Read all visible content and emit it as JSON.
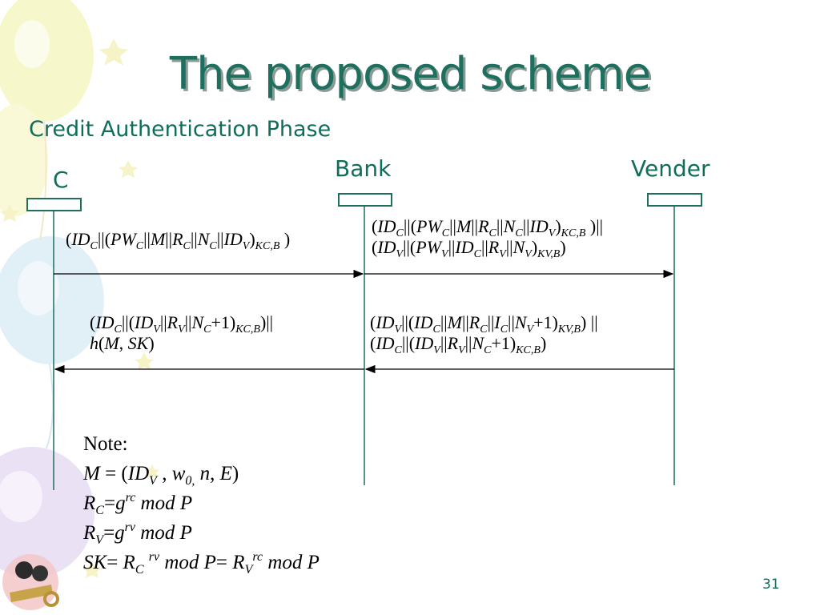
{
  "slide": {
    "title": "The proposed scheme",
    "subtitle": "Credit Authentication Phase",
    "page_number": "31"
  },
  "parties": [
    {
      "id": "c",
      "label": "C"
    },
    {
      "id": "bank",
      "label": "Bank"
    },
    {
      "id": "vender",
      "label": "Vender"
    }
  ],
  "messages": {
    "c_to_bank": "(ID_C||(PW_C||M||R_C||N_C||ID_V)_KC,B )",
    "bank_to_vender": "(ID_C||(PW_C||M||R_C||N_C||ID_V)_KC,B )|| (ID_V||(PW_V||ID_C||R_V||N_V)_KV,B)",
    "vender_to_bank": "(ID_V||(ID_C||M||R_C||I_C||N_V+1)_KV,B) || (ID_C||(ID_V||R_V||N_C+1)_KC,B)",
    "bank_to_c": "(ID_C||(ID_V||R_V||N_C+1)_KC,B)|| h(M, SK)"
  },
  "note": {
    "heading": "Note:",
    "lines": [
      "M = (ID_V , w_0, n, E)",
      "R_C=g^rc mod P",
      "R_V=g^rv mod P",
      "SK= R_C ^rv mod P= R_V^rc mod P"
    ]
  },
  "colors": {
    "accent": "#0f6e5a",
    "line": "#1f6f5f",
    "title": "#1f6f5f"
  }
}
